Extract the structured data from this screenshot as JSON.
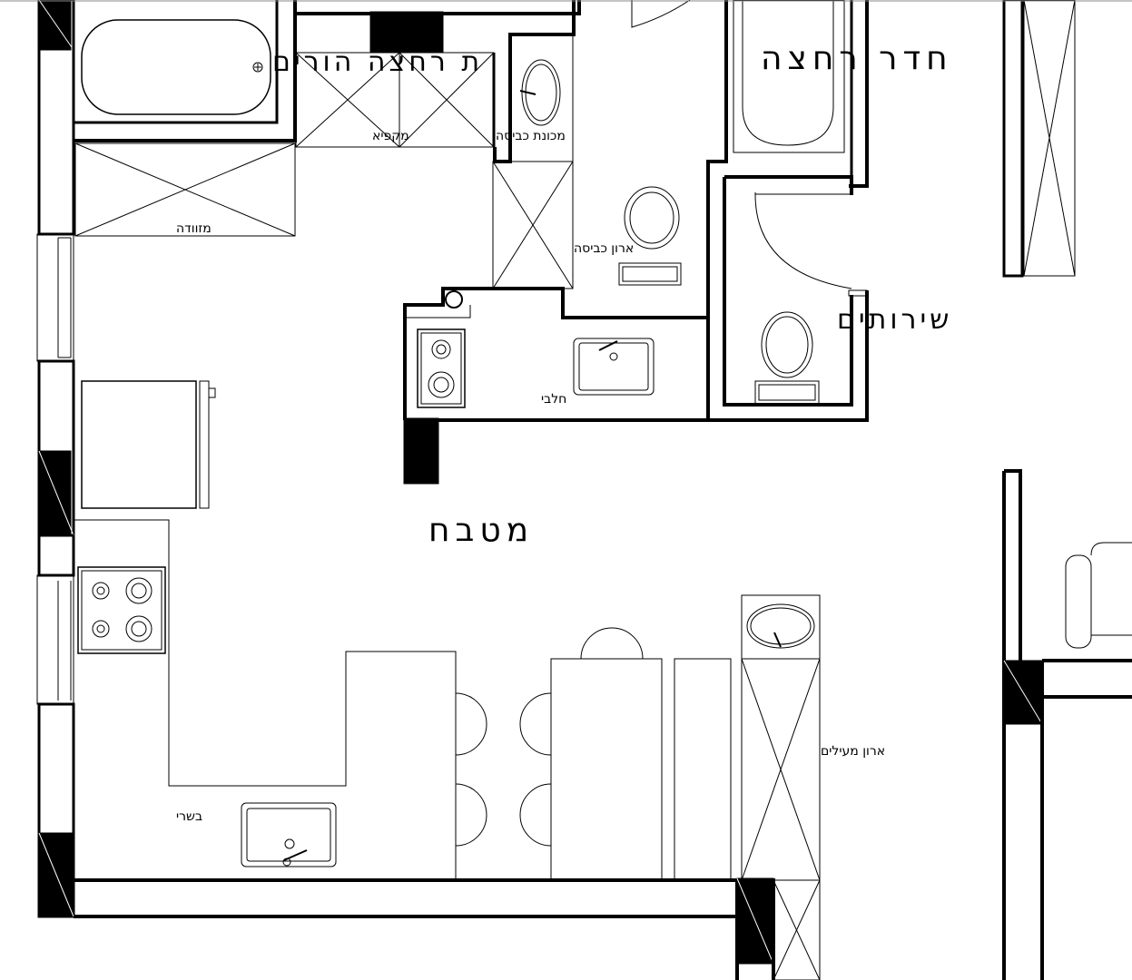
{
  "rooms": {
    "parents_bath": "ת רחצה הורים",
    "bathroom": "חדר רחצה",
    "toilets": "שירותים",
    "kitchen": "מטבח"
  },
  "fixtures": {
    "freezer": "מקפיא",
    "washing_machine": "מכונת כביסה",
    "luggage": "מזוודה",
    "laundry_closet": "ארון כביסה",
    "dairy": "חלבי",
    "meat": "בשרי",
    "coat_closet": "ארון מעילים"
  }
}
